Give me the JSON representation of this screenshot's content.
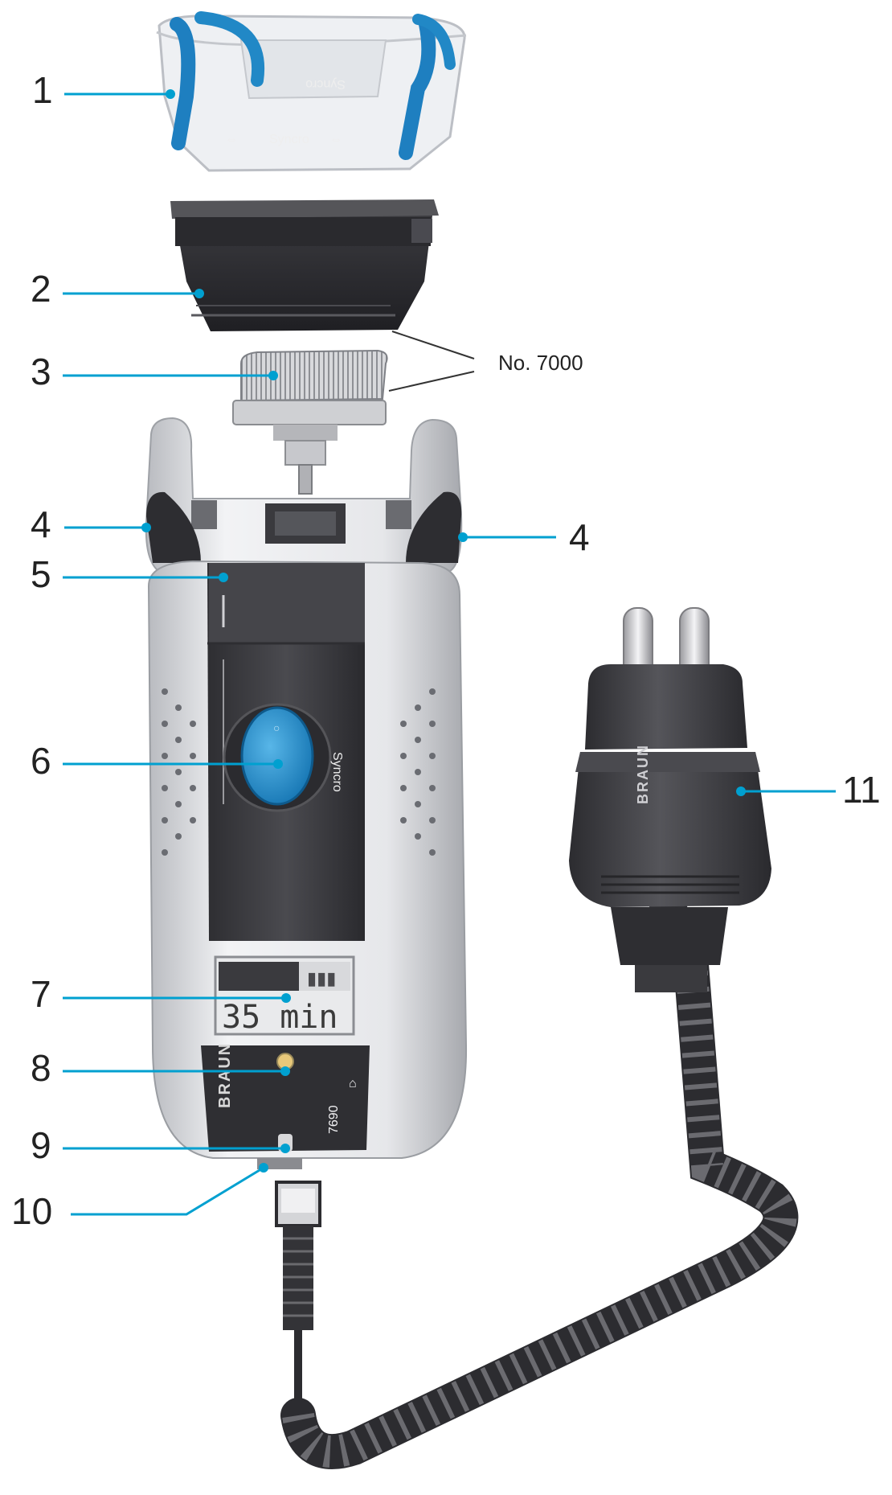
{
  "callouts": [
    {
      "id": "1",
      "label": "1"
    },
    {
      "id": "2",
      "label": "2"
    },
    {
      "id": "3",
      "label": "3"
    },
    {
      "id": "4a",
      "label": "4"
    },
    {
      "id": "4b",
      "label": "4"
    },
    {
      "id": "5",
      "label": "5"
    },
    {
      "id": "6",
      "label": "6"
    },
    {
      "id": "7",
      "label": "7"
    },
    {
      "id": "8",
      "label": "8"
    },
    {
      "id": "9",
      "label": "9"
    },
    {
      "id": "10",
      "label": "10"
    },
    {
      "id": "11",
      "label": "11"
    }
  ],
  "model_label": "No. 7000",
  "cap_text_front": "Syncro",
  "cap_text_back": "Syncro",
  "display_text": "35 min",
  "side_logo": "Syncro",
  "model_number": "7690",
  "brand_front": "BRAUN",
  "brand_plug": "BRAUN",
  "colors": {
    "callout_line": "#00a0d0",
    "accent_blue": "#1e88c8",
    "body_dark": "#3c3c40",
    "body_silver": "#d9dade"
  },
  "icons": [
    "shaver-icon",
    "plug-icon",
    "cord-icon"
  ]
}
